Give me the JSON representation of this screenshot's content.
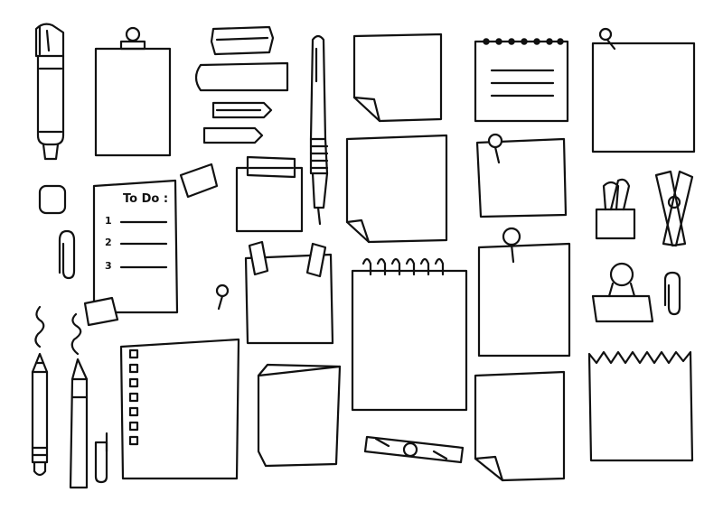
{
  "todo": {
    "title": "To Do :",
    "items": [
      "1",
      "2",
      "3"
    ]
  },
  "colors": {
    "ink": "#111111",
    "paper": "#ffffff"
  },
  "icons": [
    "marker-icon",
    "clipboard-icon",
    "washi-tape-icon",
    "sticky-tab-icon",
    "arrow-tab-icon",
    "mechanical-pencil-icon",
    "curled-note-icon",
    "spiral-notepad-icon",
    "pinned-note-icon",
    "eraser-icon",
    "paperclip-icon",
    "binder-clip-icon",
    "clothespin-icon",
    "pushpin-icon",
    "pencil-icon",
    "brush-pen-icon",
    "checklist-sheet-icon",
    "torn-paper-icon",
    "pen-cap-icon"
  ]
}
